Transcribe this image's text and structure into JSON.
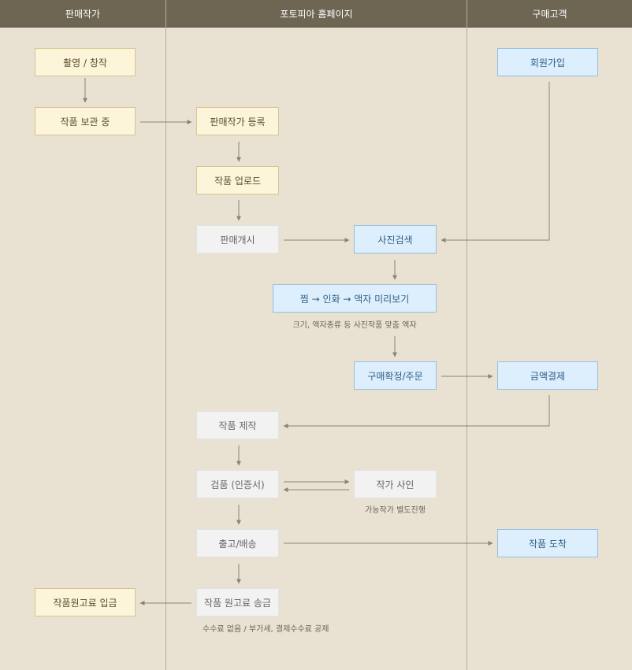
{
  "lanes": {
    "seller": "판매작가",
    "site": "포토피아 홈페이지",
    "customer": "구매고객"
  },
  "steps": {
    "shoot": "촬영 / 창작",
    "store": "작품 보관 중",
    "artist_register": "판매작가 등록",
    "upload": "작품 업로드",
    "start_sale": "판매개시",
    "signup": "회원가입",
    "search": "사진검색",
    "preview": "찜 → 인화 → 액자 미리보기",
    "order": "구매확정/주문",
    "payment": "금액결제",
    "produce": "작품 제작",
    "inspect": "검품 (인증서)",
    "artist_sign": "작가 사인",
    "ship": "출고/배송",
    "arrive": "작품 도착",
    "remit": "작품 원고료 송금",
    "deposit": "작품원고료 입금"
  },
  "notes": {
    "preview": "크기, 액자종류 등 사진작품 맞춤 액자",
    "artist_sign": "가능작가 별도진행",
    "remit": "수수료 없음 / 부가세, 결제수수료 공제"
  },
  "colors": {
    "header": "#6e6553",
    "background": "#e9e1d2",
    "seller_box": "#fdf5d9",
    "customer_box": "#ddeefd",
    "site_box": "#f2f2f2",
    "arrow": "#8a8478"
  }
}
